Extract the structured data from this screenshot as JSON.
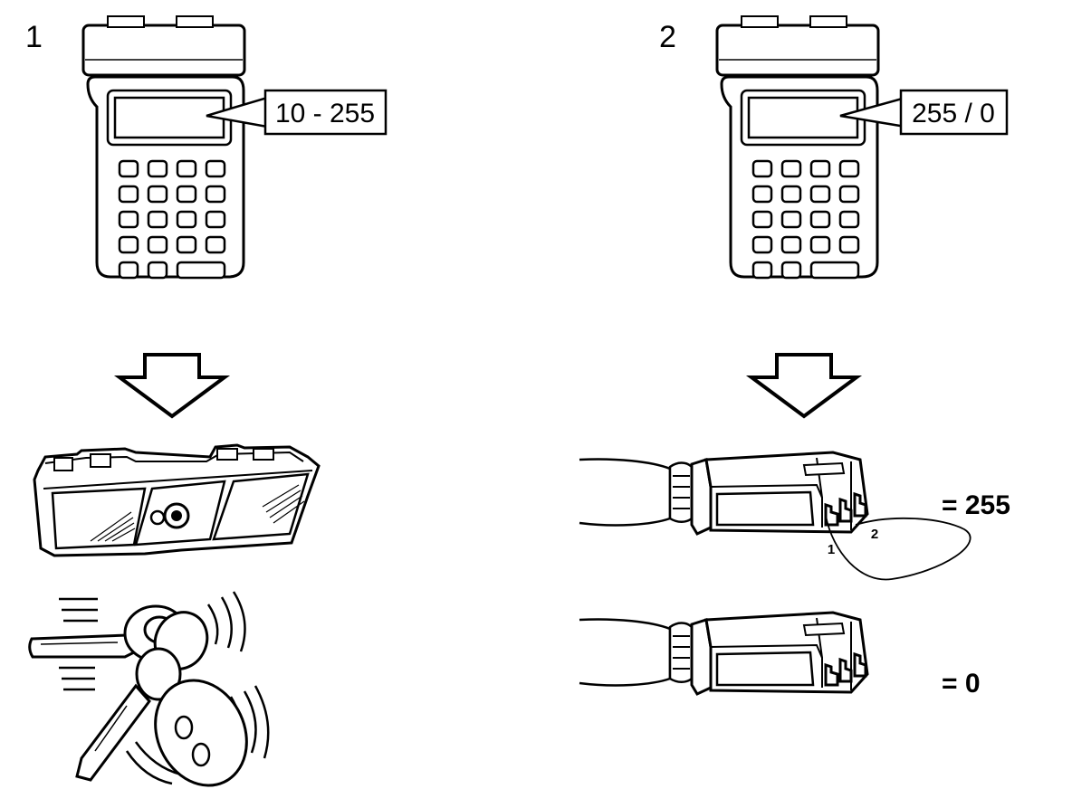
{
  "panels": [
    {
      "step": "1",
      "display_callout": "10 - 255",
      "output_items": [
        "key-fob-module",
        "remote-key"
      ]
    },
    {
      "step": "2",
      "display_callout": "255 / 0",
      "connector_states": [
        {
          "result": "= 255",
          "pin_labels": [
            "1",
            "2"
          ],
          "bridged": true
        },
        {
          "result": "= 0",
          "bridged": false
        }
      ]
    }
  ],
  "colors": {
    "ink": "#000000",
    "paper": "#ffffff"
  },
  "icons": [
    "diagnostic-tester-icon",
    "down-arrow-icon",
    "dashboard-module-icon",
    "key-icon",
    "connector-icon",
    "jumper-wire-icon"
  ]
}
